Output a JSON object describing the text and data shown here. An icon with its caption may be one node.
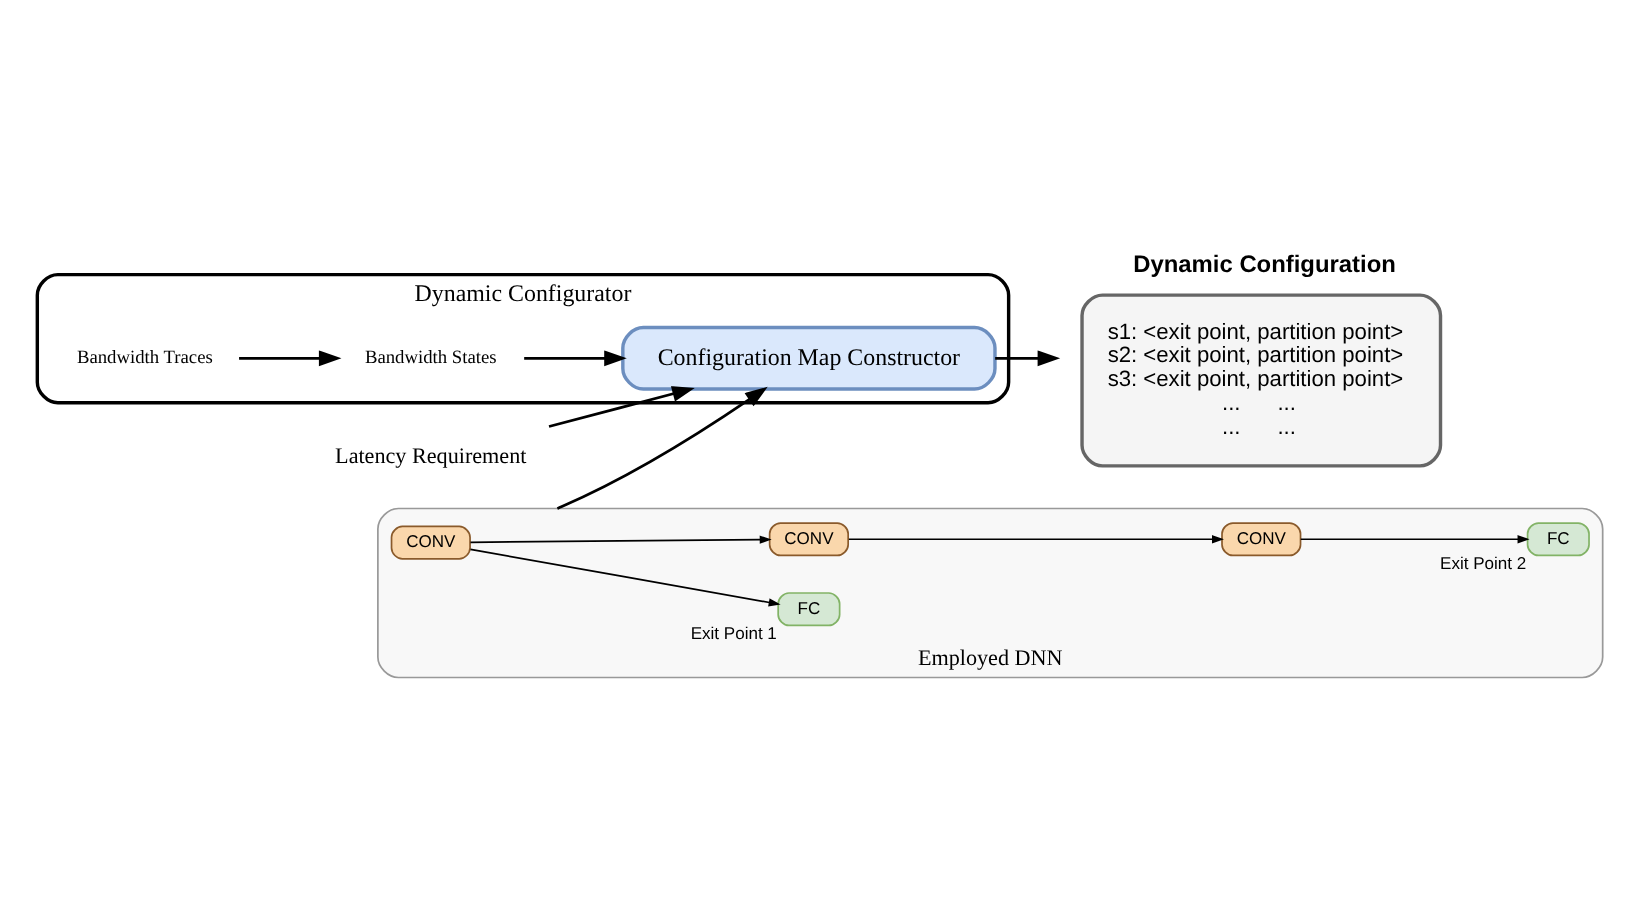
{
  "diagram": {
    "nodes": [
      {
        "text": [
          "Dynamic Configurator"
        ]
      },
      {
        "text": [
          "Bandwidth Traces"
        ],
        "in": 0
      },
      {
        "text": [
          "Bandwidth States"
        ],
        "in": 0
      },
      {
        "text": [
          "Configuration Map Constructor"
        ],
        "in": 0
      },
      {
        "text": [
          "Latency Requirement"
        ]
      },
      {
        "text": [
          "Dynamic Configuration",
          "s1: <exit point, partition point>",
          "s2: <exit point, partition point>",
          "s3: <exit point, partition point>",
          "...      ...",
          "...      ..."
        ]
      },
      {
        "text": [
          "Employed DNN"
        ]
      },
      {
        "text": [
          "CONV"
        ],
        "in": 6
      },
      {
        "text": [
          "FC"
        ],
        "in": 6,
        "beside": [
          "Exit Point 1"
        ]
      },
      {
        "text": [
          "CONV"
        ],
        "in": 6
      },
      {
        "text": [
          "CONV"
        ],
        "in": 6
      },
      {
        "text": [
          "FC"
        ],
        "in": 6,
        "beside": [
          "Exit Point 2"
        ]
      }
    ],
    "edges": [
      {
        "from": 1,
        "to": 2,
        "arrow": "to"
      },
      {
        "from": 2,
        "to": 3,
        "arrow": "to"
      },
      {
        "from": 4,
        "to": 3,
        "arrow": "to"
      },
      {
        "from": 3,
        "to": 5,
        "arrow": "to"
      },
      {
        "from": 6,
        "to": 3,
        "arrow": "to"
      },
      {
        "from": 7,
        "to": 8,
        "arrow": "to"
      },
      {
        "from": 7,
        "to": 9,
        "arrow": "to"
      },
      {
        "from": 9,
        "to": 10,
        "arrow": "to"
      },
      {
        "from": 10,
        "to": 11,
        "arrow": "to"
      }
    ]
  }
}
